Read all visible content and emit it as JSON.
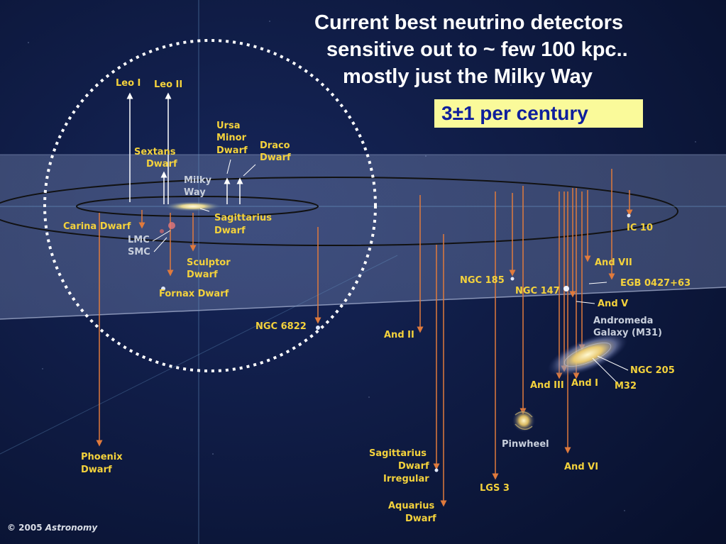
{
  "title": {
    "line1": "Current best neutrino detectors",
    "line2": "sensitive out to ~ few 100 kpc..",
    "line3": "mostly just the Milky Way"
  },
  "badge": "3±1 per century",
  "credit": {
    "symbol": "© 2005",
    "publisher": "Astronomy"
  },
  "labels": {
    "leo_i": "Leo I",
    "leo_ii": "Leo II",
    "sextans_1": "Sextans",
    "sextans_2": "Dwarf",
    "ursa_1": "Ursa",
    "ursa_2": "Minor",
    "ursa_3": "Dwarf",
    "draco_1": "Draco",
    "draco_2": "Dwarf",
    "milky_1": "Milky",
    "milky_2": "Way",
    "sagittarius_1": "Sagittarius",
    "sagittarius_2": "Dwarf",
    "carina": "Carina Dwarf",
    "lmc": "LMC",
    "smc": "SMC",
    "sculptor_1": "Sculptor",
    "sculptor_2": "Dwarf",
    "fornax": "Fornax Dwarf",
    "ngc6822": "NGC 6822",
    "phoenix_1": "Phoenix",
    "phoenix_2": "Dwarf",
    "and_ii": "And II",
    "ngc185": "NGC 185",
    "ngc147": "NGC 147",
    "ic10": "IC 10",
    "and_vii": "And VII",
    "egb": "EGB 0427+63",
    "and_v": "And V",
    "andromeda_1": "Andromeda",
    "andromeda_2": "Galaxy (M31)",
    "ngc205": "NGC 205",
    "m32": "M32",
    "and_iii": "And III",
    "and_i": "And I",
    "pinwheel": "Pinwheel",
    "and_vi": "And VI",
    "sag_irr_1": "Sagittarius",
    "sag_irr_2": "Dwarf",
    "sag_irr_3": "Irregular",
    "lgs3": "LGS 3",
    "aquarius_1": "Aquarius",
    "aquarius_2": "Dwarf"
  },
  "colors": {
    "space": "#0a1433",
    "plane": "#7f8fb8",
    "label_yellow": "#f4d23c",
    "label_grey": "#c8cfdc",
    "drop_line_orange": "#e07a3c",
    "badge_bg": "#fafa9a",
    "badge_text": "#0f1f9c"
  }
}
